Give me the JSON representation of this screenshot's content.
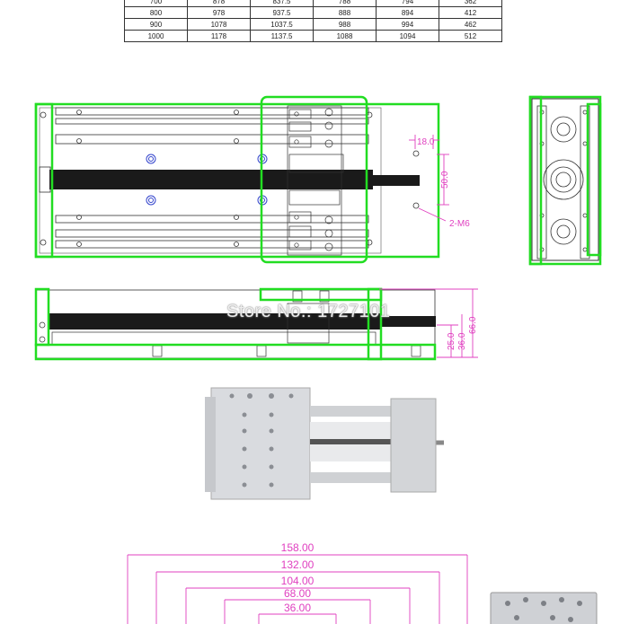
{
  "table": {
    "rows": [
      [
        "700",
        "878",
        "837.5",
        "788",
        "794",
        "362"
      ],
      [
        "800",
        "978",
        "937.5",
        "888",
        "894",
        "412"
      ],
      [
        "900",
        "1078",
        "1037.5",
        "988",
        "994",
        "462"
      ],
      [
        "1000",
        "1178",
        "1137.5",
        "1088",
        "1094",
        "512"
      ]
    ]
  },
  "top_view": {
    "dim_a": "18.0",
    "dim_b": "50.0",
    "hole_label": "2-M6"
  },
  "side_view": {
    "dim_a": "25.0",
    "dim_b": "36.0",
    "dim_c": "66.0"
  },
  "watermark": "Store No.: 1727101",
  "plate_dims": [
    "158.00",
    "132.00",
    "104.00",
    "68.00",
    "36.00"
  ],
  "colors": {
    "outline_green": "#22dd22",
    "dimension_pink": "#e040c0",
    "drawing_black": "#222222"
  }
}
